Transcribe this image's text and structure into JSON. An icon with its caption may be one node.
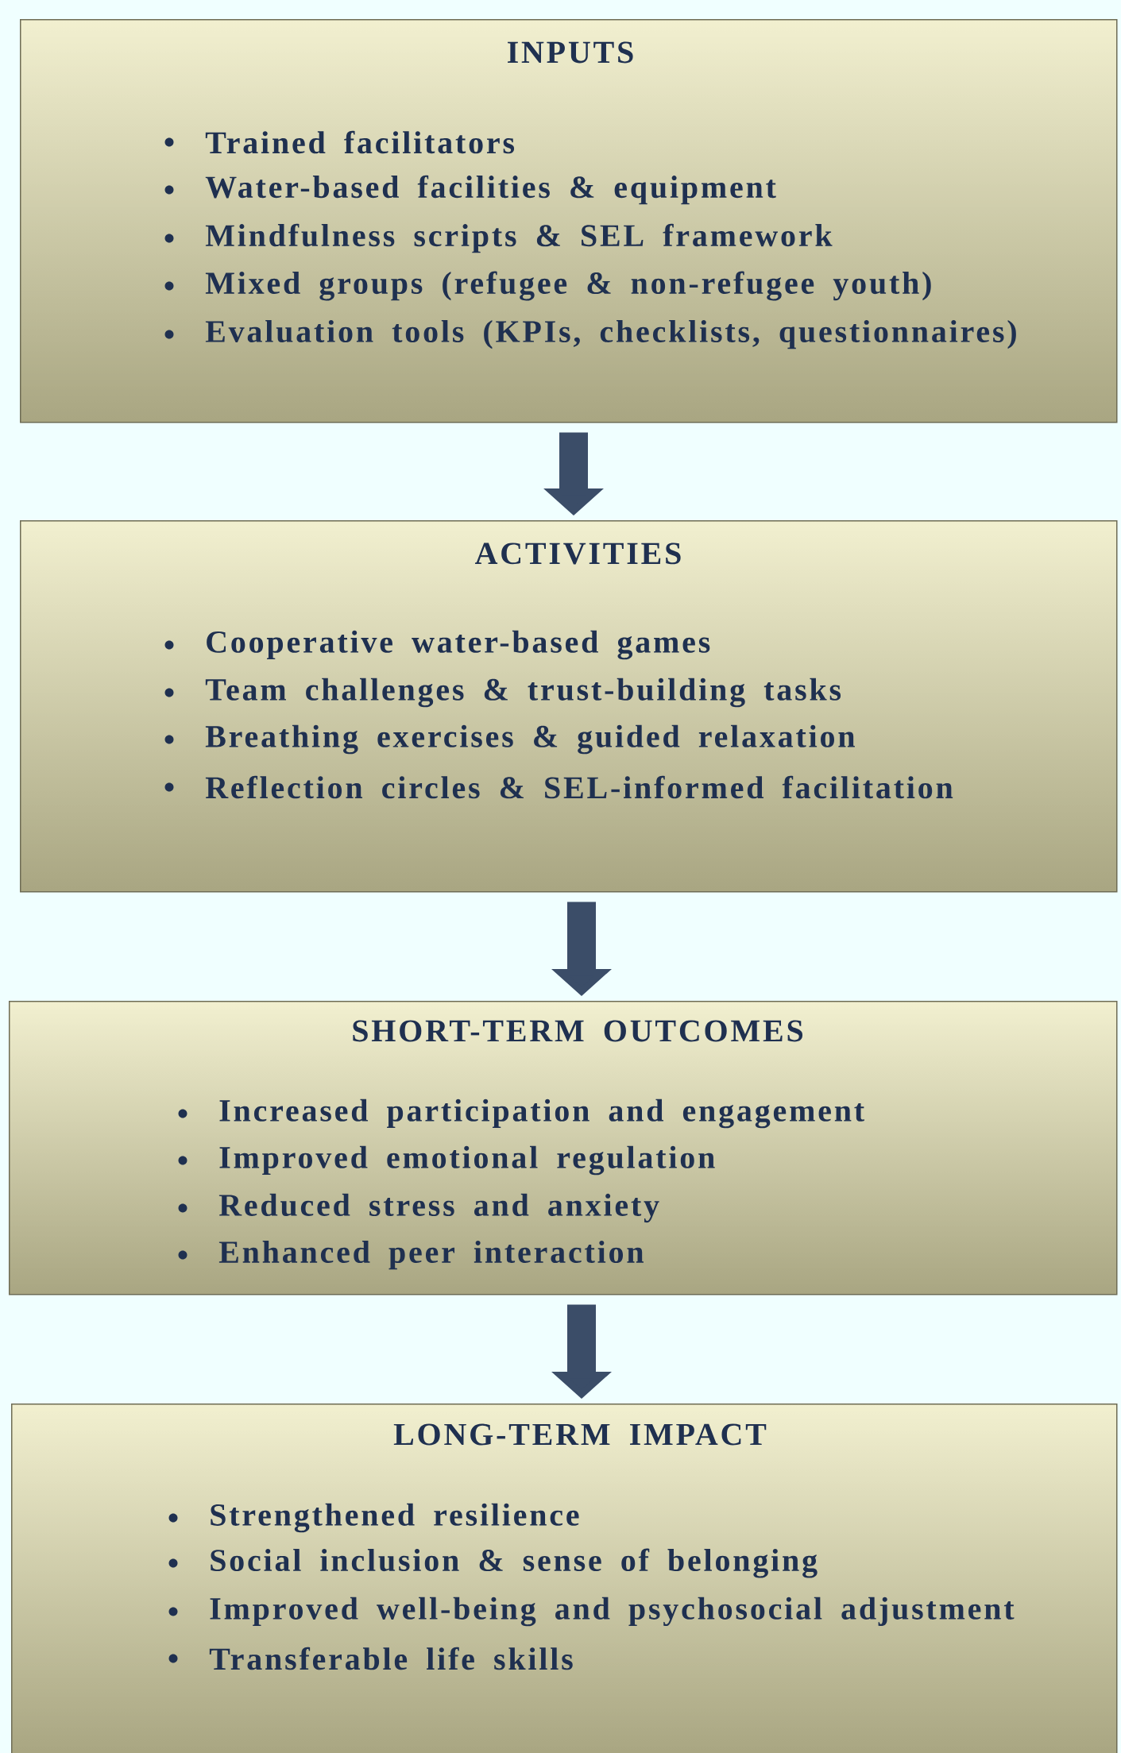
{
  "diagram": {
    "nodes": [
      {
        "text": [
          "INPUTS",
          "Trained facilitators",
          "Water-based facilities & equipment",
          "Mindfulness scripts & SEL framework",
          "Mixed groups (refugee & non-refugee youth)",
          "Evaluation tools (KPIs, checklists, questionnaires)"
        ]
      },
      {
        "text": [
          "ACTIVITIES",
          "Cooperative water-based games",
          "Team challenges & trust-building tasks",
          "Breathing exercises & guided relaxation",
          "Reflection circles & SEL-informed facilitation"
        ]
      },
      {
        "text": [
          "SHORT-TERM OUTCOMES",
          "Increased participation and engagement",
          "Improved emotional regulation",
          "Reduced stress and anxiety",
          "Enhanced peer interaction"
        ]
      },
      {
        "text": [
          "LONG-TERM IMPACT",
          "Strengthened resilience",
          "Social inclusion & sense of belonging",
          "Improved well-being and psychosocial adjustment",
          "Transferable life skills"
        ]
      }
    ],
    "edges": [
      {
        "from": 0,
        "to": 1,
        "arrow": "to"
      },
      {
        "from": 1,
        "to": 2,
        "arrow": "to"
      },
      {
        "from": 2,
        "to": 3,
        "arrow": "to"
      }
    ]
  }
}
